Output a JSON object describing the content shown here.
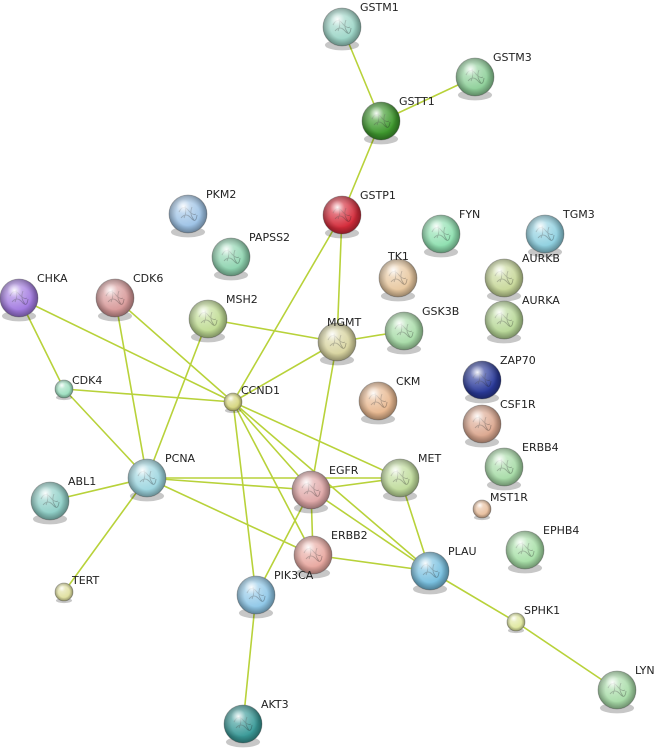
{
  "network": {
    "edge_color": "#b8d23a",
    "nodes": [
      {
        "id": "GSTM1",
        "label": "GSTM1",
        "color": "#9ed6c8",
        "size": "large"
      },
      {
        "id": "GSTM3",
        "label": "GSTM3",
        "color": "#8fd09a",
        "size": "large"
      },
      {
        "id": "GSTT1",
        "label": "GSTT1",
        "color": "#3f9a2e",
        "size": "large"
      },
      {
        "id": "GSTP1",
        "label": "GSTP1",
        "color": "#d42b3a",
        "size": "large"
      },
      {
        "id": "PKM2",
        "label": "PKM2",
        "color": "#9ec3e6",
        "size": "large"
      },
      {
        "id": "PAPSS2",
        "label": "PAPSS2",
        "color": "#8fd4b0",
        "size": "large"
      },
      {
        "id": "FYN",
        "label": "FYN",
        "color": "#8fe0b0",
        "size": "large"
      },
      {
        "id": "TGM3",
        "label": "TGM3",
        "color": "#8fd0e0",
        "size": "large"
      },
      {
        "id": "TK1",
        "label": "TK1",
        "color": "#e8c8a0",
        "size": "large"
      },
      {
        "id": "AURKB",
        "label": "AURKB",
        "color": "#c8d89a",
        "size": "large"
      },
      {
        "id": "AURKA",
        "label": "AURKA",
        "color": "#b8d898",
        "size": "large"
      },
      {
        "id": "CHKA",
        "label": "CHKA",
        "color": "#a27ae0",
        "size": "large"
      },
      {
        "id": "CDK6",
        "label": "CDK6",
        "color": "#d89a9a",
        "size": "large"
      },
      {
        "id": "MSH2",
        "label": "MSH2",
        "color": "#c0dc94",
        "size": "large"
      },
      {
        "id": "MGMT",
        "label": "MGMT",
        "color": "#d8d4a0",
        "size": "large"
      },
      {
        "id": "GSK3B",
        "label": "GSK3B",
        "color": "#a8dca8",
        "size": "large"
      },
      {
        "id": "CDK4",
        "label": "CDK4",
        "color": "#9ee0c0",
        "size": "small"
      },
      {
        "id": "CCND1",
        "label": "CCND1",
        "color": "#d6d680",
        "size": "small"
      },
      {
        "id": "CKM",
        "label": "CKM",
        "color": "#e8b890",
        "size": "large"
      },
      {
        "id": "ZAP70",
        "label": "ZAP70",
        "color": "#2a3a9a",
        "size": "large"
      },
      {
        "id": "CSF1R",
        "label": "CSF1R",
        "color": "#dca890",
        "size": "large"
      },
      {
        "id": "ERBB4",
        "label": "ERBB4",
        "color": "#a8dca8",
        "size": "large"
      },
      {
        "id": "PCNA",
        "label": "PCNA",
        "color": "#9ed6e0",
        "size": "large"
      },
      {
        "id": "EGFR",
        "label": "EGFR",
        "color": "#e0a8a8",
        "size": "large"
      },
      {
        "id": "MET",
        "label": "MET",
        "color": "#c0dc9c",
        "size": "large"
      },
      {
        "id": "ABL1",
        "label": "ABL1",
        "color": "#90d0c8",
        "size": "large"
      },
      {
        "id": "MST1R",
        "label": "MST1R",
        "color": "#e8c0a0",
        "size": "small"
      },
      {
        "id": "ERBB2",
        "label": "ERBB2",
        "color": "#e8a8a0",
        "size": "large"
      },
      {
        "id": "EPHB4",
        "label": "EPHB4",
        "color": "#a8e0a8",
        "size": "large"
      },
      {
        "id": "PLAU",
        "label": "PLAU",
        "color": "#78c0e0",
        "size": "large"
      },
      {
        "id": "PIK3CA",
        "label": "PIK3CA",
        "color": "#90c8e8",
        "size": "large"
      },
      {
        "id": "TERT",
        "label": "TERT",
        "color": "#e0e0a0",
        "size": "small"
      },
      {
        "id": "SPHK1",
        "label": "SPHK1",
        "color": "#e0e8a0",
        "size": "small"
      },
      {
        "id": "AKT3",
        "label": "AKT3",
        "color": "#3a9a98",
        "size": "large"
      },
      {
        "id": "LYN",
        "label": "LYN",
        "color": "#a8dca8",
        "size": "large"
      }
    ],
    "edges": [
      [
        "GSTM1",
        "GSTT1"
      ],
      [
        "GSTM3",
        "GSTT1"
      ],
      [
        "GSTT1",
        "GSTP1"
      ],
      [
        "GSTP1",
        "MGMT"
      ],
      [
        "GSTP1",
        "CCND1"
      ],
      [
        "CHKA",
        "CDK4"
      ],
      [
        "CHKA",
        "CCND1"
      ],
      [
        "CDK6",
        "CCND1"
      ],
      [
        "CDK6",
        "PCNA"
      ],
      [
        "CDK4",
        "CCND1"
      ],
      [
        "CDK4",
        "PCNA"
      ],
      [
        "MSH2",
        "MGMT"
      ],
      [
        "MSH2",
        "PCNA"
      ],
      [
        "MGMT",
        "GSK3B"
      ],
      [
        "MGMT",
        "CCND1"
      ],
      [
        "MGMT",
        "EGFR"
      ],
      [
        "CCND1",
        "MET"
      ],
      [
        "CCND1",
        "EGFR"
      ],
      [
        "CCND1",
        "ERBB2"
      ],
      [
        "CCND1",
        "PIK3CA"
      ],
      [
        "CCND1",
        "PLAU"
      ],
      [
        "PCNA",
        "ABL1"
      ],
      [
        "PCNA",
        "TERT"
      ],
      [
        "PCNA",
        "EGFR"
      ],
      [
        "PCNA",
        "MET"
      ],
      [
        "PCNA",
        "ERBB2"
      ],
      [
        "EGFR",
        "MET"
      ],
      [
        "EGFR",
        "ERBB2"
      ],
      [
        "EGFR",
        "PIK3CA"
      ],
      [
        "EGFR",
        "PLAU"
      ],
      [
        "MET",
        "PLAU"
      ],
      [
        "ERBB2",
        "PLAU"
      ],
      [
        "PIK3CA",
        "AKT3"
      ],
      [
        "PLAU",
        "SPHK1"
      ],
      [
        "SPHK1",
        "LYN"
      ]
    ]
  }
}
